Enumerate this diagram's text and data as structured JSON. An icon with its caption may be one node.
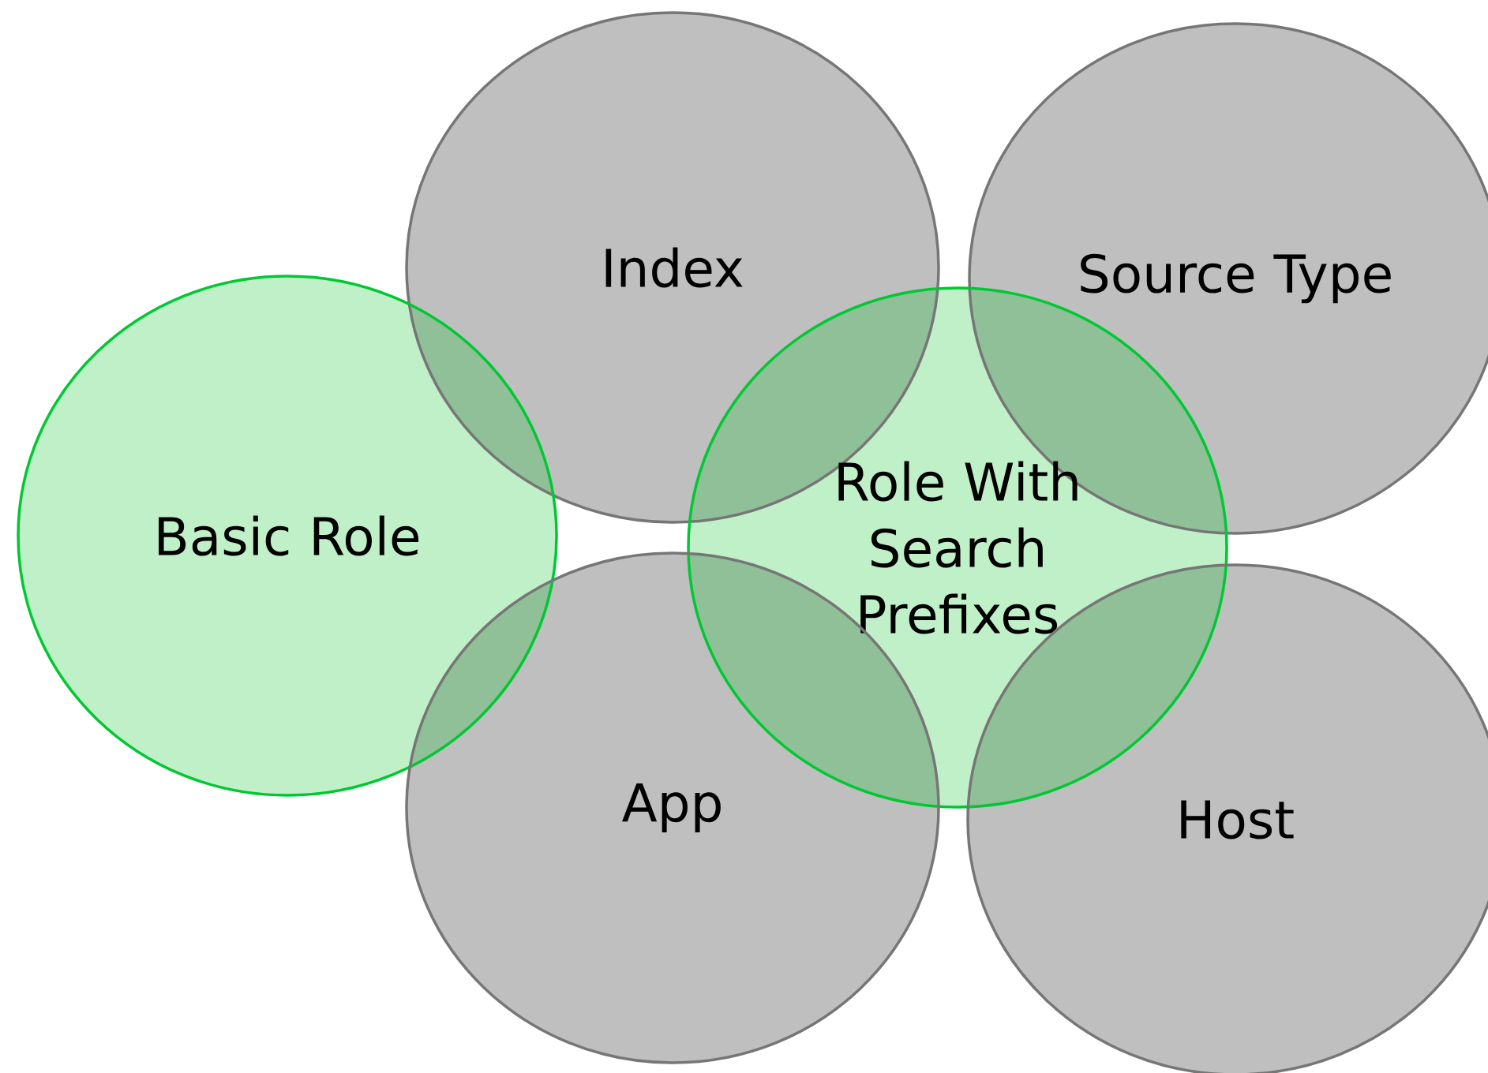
{
  "diagram": {
    "nodes": [
      {
        "text": [
          "Index"
        ]
      },
      {
        "text": [
          "Source Type"
        ]
      },
      {
        "text": [
          "Basic Role"
        ]
      },
      {
        "text": [
          "Role With Search Prefixes"
        ]
      },
      {
        "text": [
          "App"
        ]
      },
      {
        "text": [
          "Host"
        ]
      }
    ]
  }
}
